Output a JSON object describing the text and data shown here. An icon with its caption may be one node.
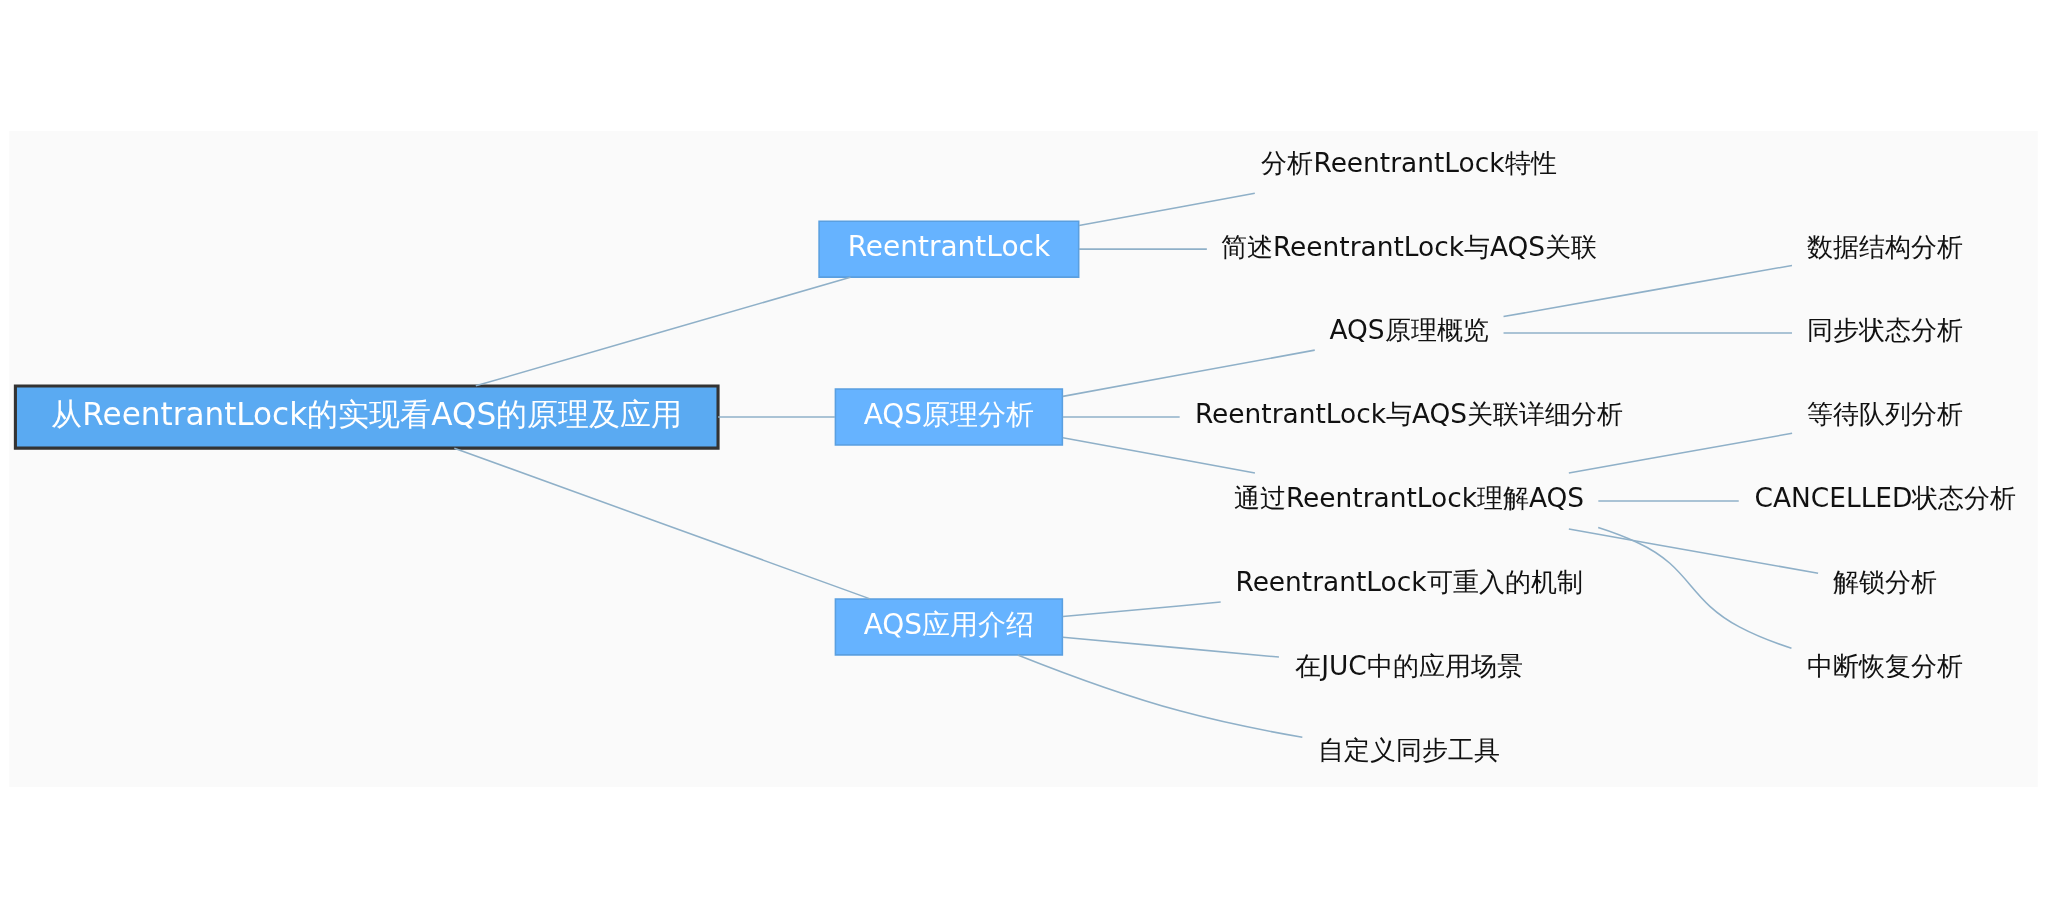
{
  "diagram": {
    "nodes": [
      {
        "text": [
          "从ReentrantLock的实现看AQS的原理及应用"
        ]
      },
      {
        "text": [
          "ReentrantLock"
        ]
      },
      {
        "text": [
          "分析ReentrantLock特性"
        ]
      },
      {
        "text": [
          "简述ReentrantLock与AQS关联"
        ]
      },
      {
        "text": [
          "AQS原理分析"
        ]
      },
      {
        "text": [
          "AQS原理概览"
        ]
      },
      {
        "text": [
          "数据结构分析"
        ]
      },
      {
        "text": [
          "同步状态分析"
        ]
      },
      {
        "text": [
          "ReentrantLock与AQS关联详细分析"
        ]
      },
      {
        "text": [
          "通过ReentrantLock理解AQS"
        ]
      },
      {
        "text": [
          "等待队列分析"
        ]
      },
      {
        "text": [
          "CANCELLED状态分析"
        ]
      },
      {
        "text": [
          "解锁分析"
        ]
      },
      {
        "text": [
          "中断恢复分析"
        ]
      },
      {
        "text": [
          "AQS应用介绍"
        ]
      },
      {
        "text": [
          "ReentrantLock可重入的机制"
        ]
      },
      {
        "text": [
          "在JUC中的应用场景"
        ]
      },
      {
        "text": [
          "自定义同步工具"
        ]
      }
    ],
    "edges": [
      {
        "from": 0,
        "to": 1,
        "arrow": "none"
      },
      {
        "from": 1,
        "to": 2,
        "arrow": "none"
      },
      {
        "from": 1,
        "to": 3,
        "arrow": "none"
      },
      {
        "from": 0,
        "to": 4,
        "arrow": "none"
      },
      {
        "from": 4,
        "to": 5,
        "arrow": "none"
      },
      {
        "from": 5,
        "to": 6,
        "arrow": "none"
      },
      {
        "from": 5,
        "to": 7,
        "arrow": "none"
      },
      {
        "from": 4,
        "to": 8,
        "arrow": "none"
      },
      {
        "from": 4,
        "to": 9,
        "arrow": "none"
      },
      {
        "from": 9,
        "to": 10,
        "arrow": "none"
      },
      {
        "from": 9,
        "to": 11,
        "arrow": "none"
      },
      {
        "from": 9,
        "to": 12,
        "arrow": "none"
      },
      {
        "from": 9,
        "to": 13,
        "arrow": "none"
      },
      {
        "from": 0,
        "to": 14,
        "arrow": "none"
      },
      {
        "from": 14,
        "to": 15,
        "arrow": "none"
      },
      {
        "from": 14,
        "to": 16,
        "arrow": "none"
      },
      {
        "from": 14,
        "to": 17,
        "arrow": "none"
      }
    ]
  }
}
